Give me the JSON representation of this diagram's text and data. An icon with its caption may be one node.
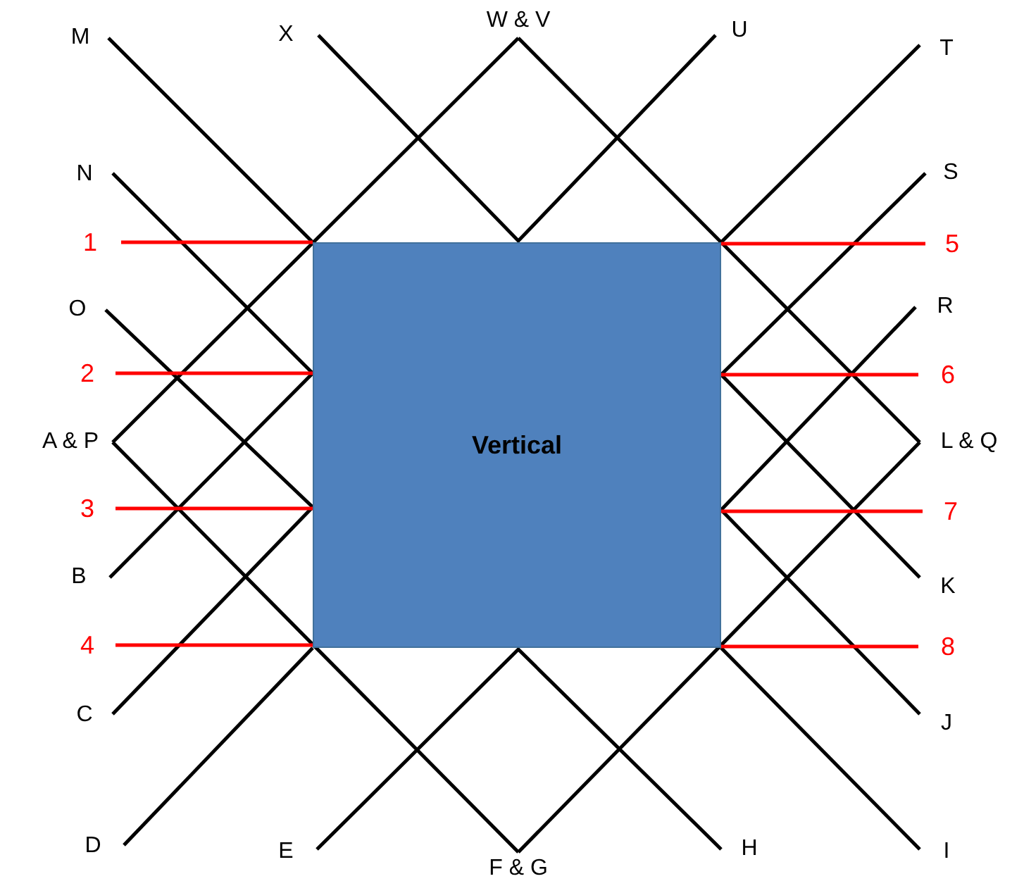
{
  "diagram": {
    "nodes": [
      {
        "text": [
          "W & V"
        ]
      },
      {
        "text": [
          "M"
        ]
      },
      {
        "text": [
          "X"
        ]
      },
      {
        "text": [
          "U"
        ]
      },
      {
        "text": [
          "T"
        ]
      },
      {
        "text": [
          "N"
        ]
      },
      {
        "text": [
          "S"
        ]
      },
      {
        "text": [
          "1"
        ]
      },
      {
        "text": [
          "5"
        ]
      },
      {
        "text": [
          "Vertical"
        ]
      },
      {
        "text": [
          "O"
        ]
      },
      {
        "text": [
          "R"
        ]
      },
      {
        "text": [
          "2"
        ]
      },
      {
        "text": [
          "6"
        ]
      },
      {
        "text": [
          "A & P"
        ]
      },
      {
        "text": [
          "L & Q"
        ]
      },
      {
        "text": [
          "3"
        ]
      },
      {
        "text": [
          "7"
        ]
      },
      {
        "text": [
          "B"
        ]
      },
      {
        "text": [
          "K"
        ]
      },
      {
        "text": [
          "4"
        ]
      },
      {
        "text": [
          "8"
        ]
      },
      {
        "text": [
          "C"
        ]
      },
      {
        "text": [
          "J"
        ]
      },
      {
        "text": [
          "D"
        ]
      },
      {
        "text": [
          "E"
        ]
      },
      {
        "text": [
          "F & G"
        ]
      },
      {
        "text": [
          "H"
        ]
      },
      {
        "text": [
          "I"
        ]
      }
    ],
    "edges": [
      {
        "from": 1,
        "to": 9,
        "arrow": "none"
      },
      {
        "from": 5,
        "to": 9,
        "arrow": "none"
      },
      {
        "from": 10,
        "to": 9,
        "arrow": "none"
      },
      {
        "from": 18,
        "to": 9,
        "arrow": "none"
      },
      {
        "from": 22,
        "to": 9,
        "arrow": "none"
      },
      {
        "from": 24,
        "to": 9,
        "arrow": "none"
      },
      {
        "from": 4,
        "to": 9,
        "arrow": "none"
      },
      {
        "from": 6,
        "to": 9,
        "arrow": "none"
      },
      {
        "from": 11,
        "to": 9,
        "arrow": "none"
      },
      {
        "from": 19,
        "to": 9,
        "arrow": "none"
      },
      {
        "from": 23,
        "to": 9,
        "arrow": "none"
      },
      {
        "from": 28,
        "to": 9,
        "arrow": "none"
      },
      {
        "from": 2,
        "to": 3,
        "arrow": "none"
      },
      {
        "from": 25,
        "to": 27,
        "arrow": "none"
      },
      {
        "from": 0,
        "to": 14,
        "arrow": "none"
      },
      {
        "from": 14,
        "to": 26,
        "arrow": "none"
      },
      {
        "from": 0,
        "to": 15,
        "arrow": "none"
      },
      {
        "from": 15,
        "to": 26,
        "arrow": "none"
      },
      {
        "from": 7,
        "to": 9,
        "arrow": "none",
        "color": "#ff0000"
      },
      {
        "from": 12,
        "to": 9,
        "arrow": "none",
        "color": "#ff0000"
      },
      {
        "from": 16,
        "to": 9,
        "arrow": "none",
        "color": "#ff0000"
      },
      {
        "from": 20,
        "to": 9,
        "arrow": "none",
        "color": "#ff0000"
      },
      {
        "from": 8,
        "to": 9,
        "arrow": "none",
        "color": "#ff0000"
      },
      {
        "from": 13,
        "to": 9,
        "arrow": "none",
        "color": "#ff0000"
      },
      {
        "from": 17,
        "to": 9,
        "arrow": "none",
        "color": "#ff0000"
      },
      {
        "from": 21,
        "to": 9,
        "arrow": "none",
        "color": "#ff0000"
      }
    ]
  }
}
